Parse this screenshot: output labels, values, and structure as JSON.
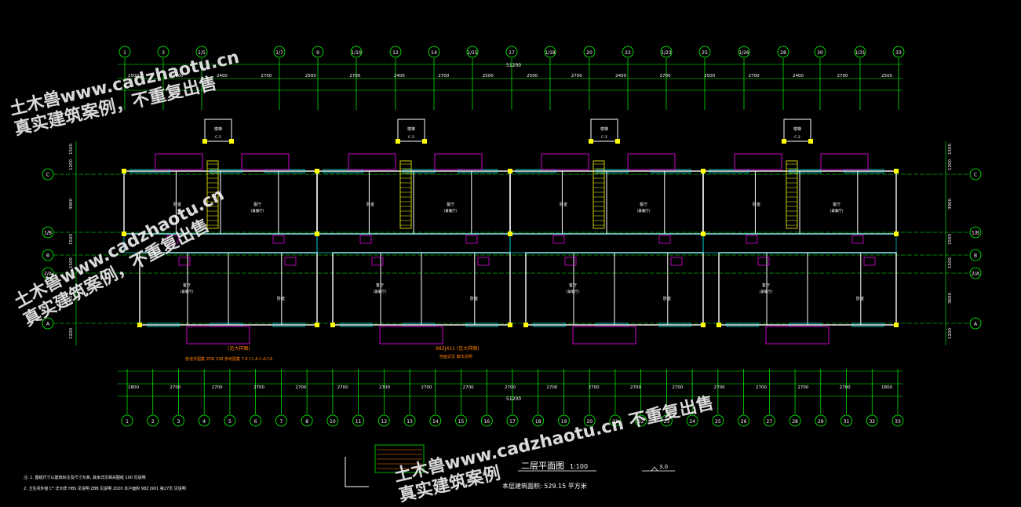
{
  "drawing": {
    "title": "二层平面图",
    "scale": "1:100",
    "area_note": "本层建筑面积: 529.15 平方米",
    "level_mark": "3.0",
    "total_dim": "51200",
    "stair_label": "楼梯",
    "stair_code": "C-2",
    "living_room": "客厅",
    "living_sub": "(兼餐厅)",
    "bedroom": "卧室",
    "room_note_1": "(见大样图)",
    "room_note_2": "管道井图集  ZDB 338  参考图集  7.8  11 A-1-A-CA",
    "room_note_3": "98ZJ411  (见大样图)",
    "room_note_4": "剖面详见 做法说明",
    "notes_line_1": "注: 1. 图纸尺寸以建筑标注及尺寸为准, 其余详见相关图纸  100  见说明",
    "notes_line_2": "2. 卫生间外窗 C* 详大样  H8S 见说明  ZBB 见说明  2020  本户面积  98Z J901  第27页  见说明"
  },
  "axes_top": [
    "1",
    "3",
    "1/5",
    "1/7",
    "9",
    "1/10",
    "12",
    "14",
    "1/15",
    "17",
    "1/18",
    "20",
    "22",
    "1/23",
    "25",
    "1/26",
    "28",
    "30",
    "1/31",
    "33"
  ],
  "axes_bottom": [
    "1",
    "2",
    "3",
    "4",
    "5",
    "6",
    "7",
    "8",
    "10",
    "11",
    "12",
    "13",
    "14",
    "15",
    "16",
    "17",
    "18",
    "19",
    "20",
    "21",
    "22",
    "23",
    "24",
    "25",
    "26",
    "27",
    "28",
    "29",
    "31",
    "32",
    "33"
  ],
  "axes_rows": [
    "C",
    "1/B",
    "B",
    "2/A",
    "A"
  ],
  "top_dims_1": [
    "2500",
    "2700",
    "2400",
    "2700",
    "2500",
    "2700",
    "2400",
    "2700",
    "2500",
    "2500",
    "2700",
    "2400",
    "2700",
    "2500",
    "2700",
    "2400",
    "2700",
    "2500"
  ],
  "bottom_dims_1": [
    "1800",
    "2700",
    "2700",
    "2700",
    "2700",
    "2700",
    "2700",
    "2700",
    "2700",
    "2700",
    "2700",
    "2700",
    "2700",
    "2700",
    "2700",
    "2700",
    "2700",
    "2700",
    "1800"
  ],
  "side_dims_left": [
    "1500",
    "1200",
    "3900",
    "1500",
    "1500",
    "3600",
    "1200"
  ],
  "watermark": {
    "line1": "土木兽www.cadzhaotu.cn",
    "line2": "真实建筑案例，不重复出售",
    "line3": "土木兽www.cadzhaotu.cn",
    "line4": "真实建筑案例，不重复出售",
    "line5": "土木兽www.cadzhaotu.cn  不重复出售",
    "line6": "真实建筑案例"
  },
  "colors": {
    "axis_green": "#00ff00",
    "wall_white": "#ffffff",
    "window_cyan": "#00ffff",
    "column_yellow": "#ffff00",
    "fixture_magenta": "#ff00ff",
    "dim_text": "#ffffff",
    "label_orange": "#ff8000",
    "stair_yellow": "#ffff00"
  }
}
